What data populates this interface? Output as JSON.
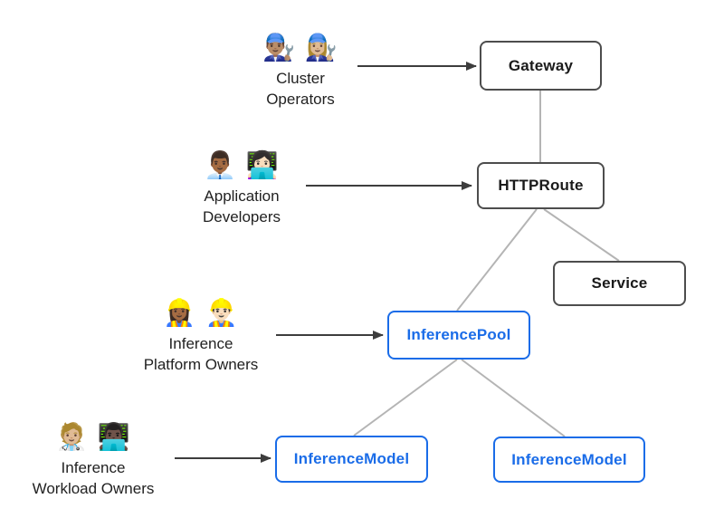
{
  "actors": [
    {
      "emojis": "👨🏽‍🔧 👩🏼‍🔧",
      "label_line1": "Cluster",
      "label_line2": "Operators"
    },
    {
      "emojis": "👨🏾‍💼 👩🏻‍💻",
      "label_line1": "Application",
      "label_line2": "Developers"
    },
    {
      "emojis": "👷🏾‍♀️ 👷🏻‍♂️",
      "label_line1": "Inference",
      "label_line2": "Platform Owners"
    },
    {
      "emojis": "🧑🏼‍⚕️ 👨🏿‍💻",
      "label_line1": "Inference",
      "label_line2": "Workload Owners"
    }
  ],
  "nodes": [
    {
      "label": "Gateway",
      "kind": "standard"
    },
    {
      "label": "HTTPRoute",
      "kind": "standard"
    },
    {
      "label": "Service",
      "kind": "standard"
    },
    {
      "label": "InferencePool",
      "kind": "inference"
    },
    {
      "label": "InferenceModel",
      "kind": "inference"
    },
    {
      "label": "InferenceModel",
      "kind": "inference"
    }
  ],
  "colors": {
    "standard_border": "#4d4d4d",
    "standard_text": "#1a1a1a",
    "inference_accent": "#1a6ce8",
    "connector_line": "#b4b4b4",
    "arrow": "#3d3d3d",
    "background": "#ffffff"
  }
}
